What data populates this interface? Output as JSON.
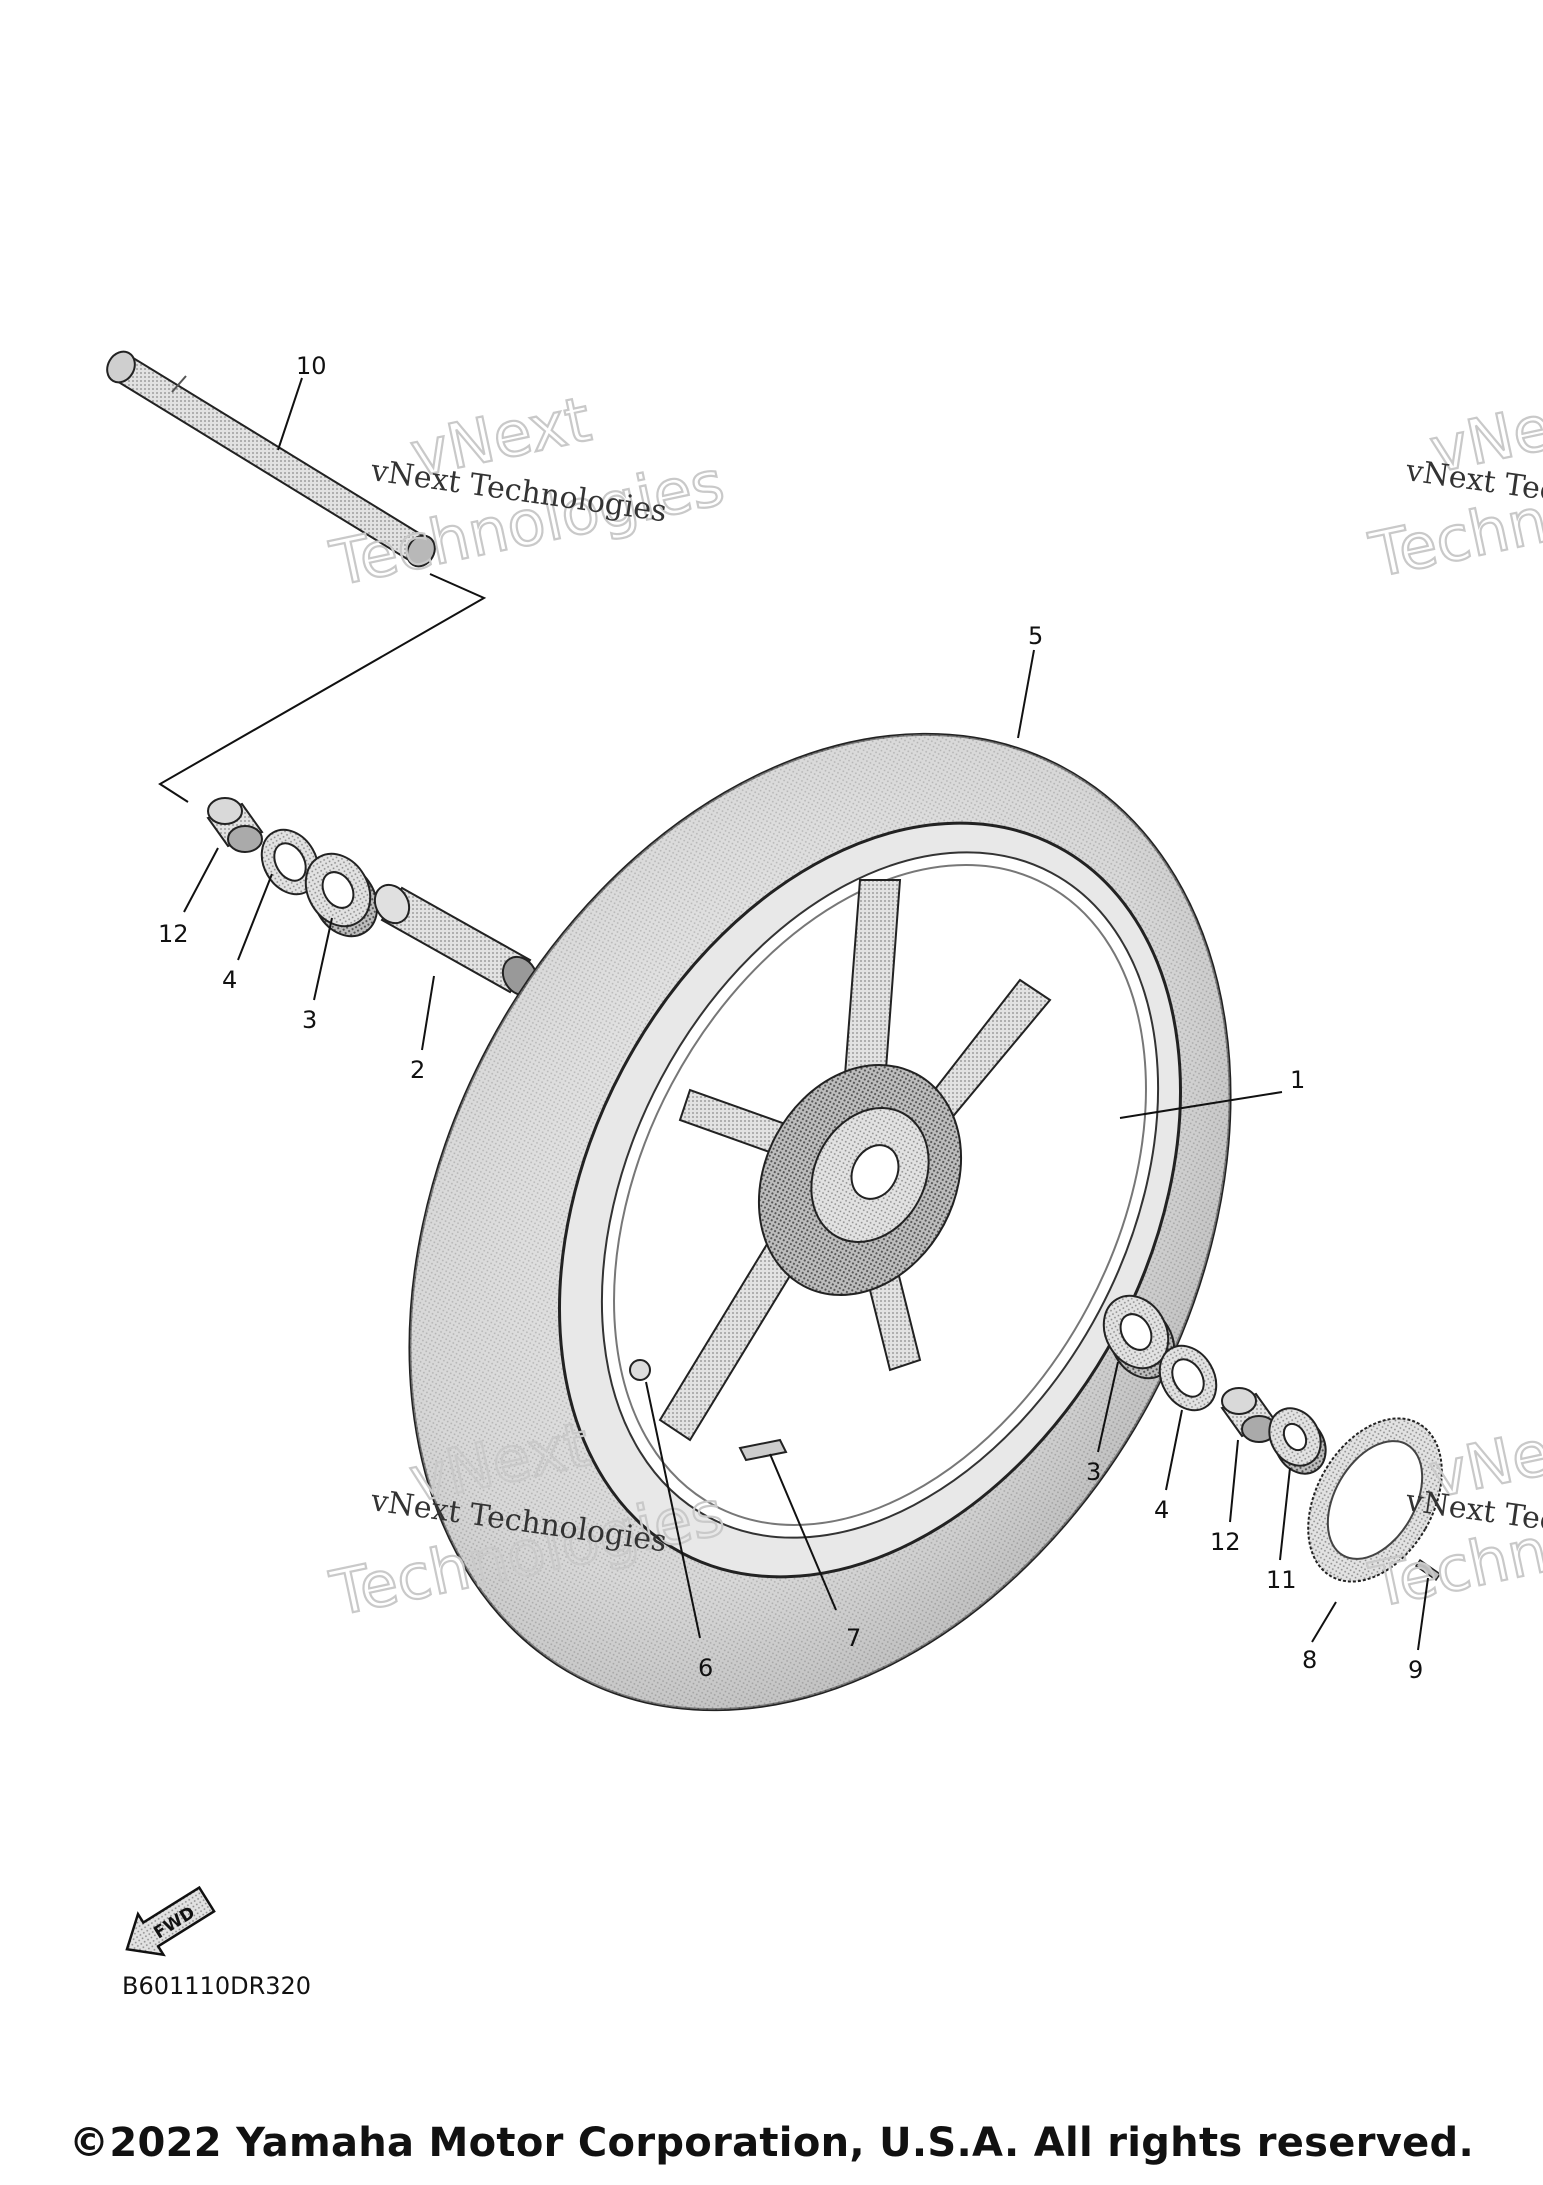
{
  "callouts": {
    "c1": "1",
    "c2": "2",
    "c3a": "3",
    "c3b": "3",
    "c4a": "4",
    "c4b": "4",
    "c5": "5",
    "c6": "6",
    "c7": "7",
    "c8": "8",
    "c9": "9",
    "c10": "10",
    "c11": "11",
    "c12a": "12",
    "c12b": "12"
  },
  "watermark": {
    "big_line1": "vNext",
    "big_line2": "Technologies",
    "small": "vNext Technologies"
  },
  "fwd_label": "FWD",
  "diagram_code": "B601110DR320",
  "copyright": "©2022 Yamaha Motor Corporation, U.S.A. All rights reserved.",
  "colors": {
    "part_fill": "#d4d4d4",
    "part_shadow": "#9a9a9a",
    "line": "#111111"
  }
}
